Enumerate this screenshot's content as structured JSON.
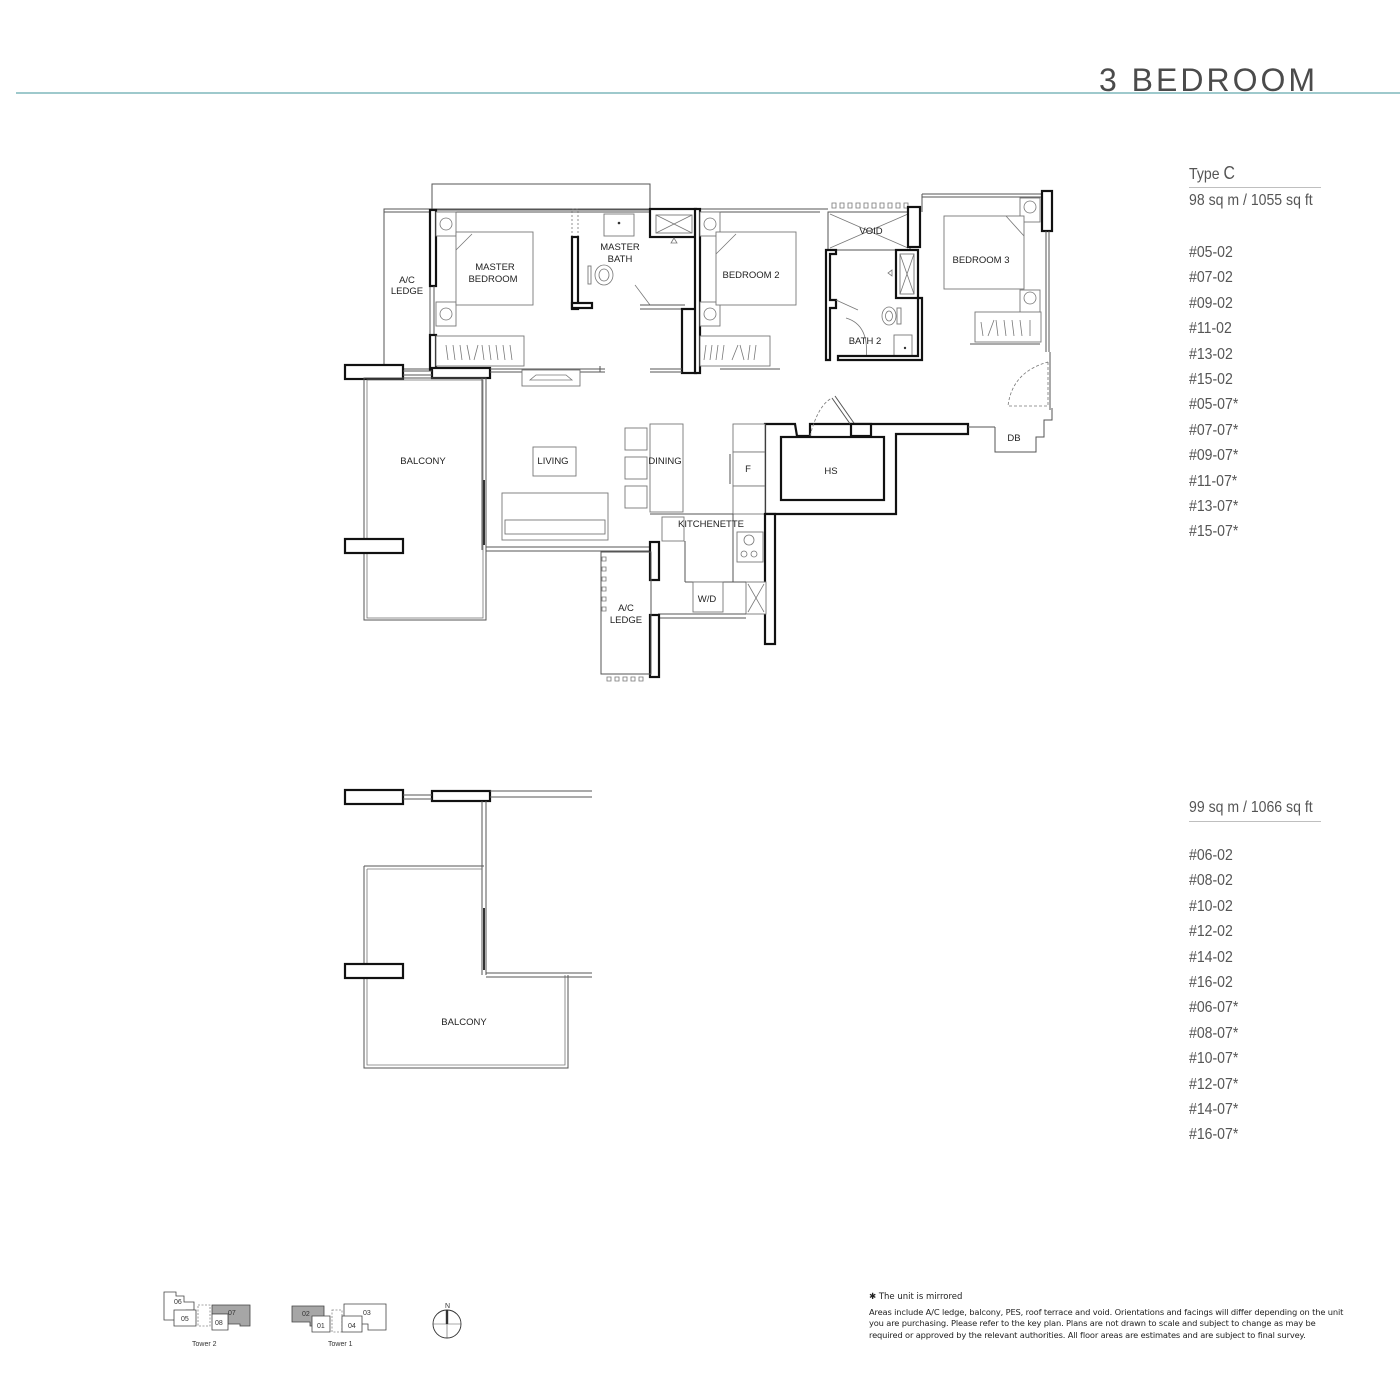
{
  "header": {
    "title": "3 BEDROOM",
    "rule_color": "#9ec9cc"
  },
  "unit_type": {
    "prefix": "Type",
    "letter": "C"
  },
  "variant_a": {
    "area": "98 sq m / 1055 sq ft",
    "units": [
      "#05-02",
      "#07-02",
      "#09-02",
      "#11-02",
      "#13-02",
      "#15-02",
      "#05-07*",
      "#07-07*",
      "#09-07*",
      "#11-07*",
      "#13-07*",
      "#15-07*"
    ]
  },
  "variant_b": {
    "area": "99 sq m / 1066 sq ft",
    "units": [
      "#06-02",
      "#08-02",
      "#10-02",
      "#12-02",
      "#14-02",
      "#16-02",
      "#06-07*",
      "#08-07*",
      "#10-07*",
      "#12-07*",
      "#14-07*",
      "#16-07*"
    ]
  },
  "plan_a_labels": {
    "ac_ledge_1": [
      "A/C",
      "LEDGE"
    ],
    "master_bedroom": [
      "MASTER",
      "BEDROOM"
    ],
    "master_bath": [
      "MASTER",
      "BATH"
    ],
    "bedroom_2": "BEDROOM 2",
    "void": "VOID",
    "bedroom_3": "BEDROOM 3",
    "bath_2": "BATH 2",
    "balcony": "BALCONY",
    "living": "LIVING",
    "dining": "DINING",
    "fridge": "F",
    "hs": "HS",
    "db": "DB",
    "kitchenette": "KITCHENETTE",
    "wd": "W/D",
    "ac_ledge_2": [
      "A/C",
      "LEDGE"
    ]
  },
  "plan_b_labels": {
    "balcony": "BALCONY"
  },
  "key_plan": {
    "tower2": {
      "label": "Tower 2",
      "units": [
        "06",
        "05",
        "07",
        "08"
      ],
      "highlighted": "07"
    },
    "tower1": {
      "label": "Tower 1",
      "units": [
        "02",
        "01",
        "03",
        "04"
      ],
      "highlighted": "02"
    },
    "compass": "N",
    "highlight_color": "#a6a6a6"
  },
  "notes": {
    "mirrored": "✱ The unit is mirrored",
    "disclaimer": "Areas include A/C ledge, balcony, PES, roof terrace and void. Orientations and facings will differ depending on the unit you are purchasing. Please refer to the key plan. Plans are not drawn to scale and subject to change as may be required or approved by the relevant authorities. All floor areas are estimates and are subject to final survey."
  }
}
